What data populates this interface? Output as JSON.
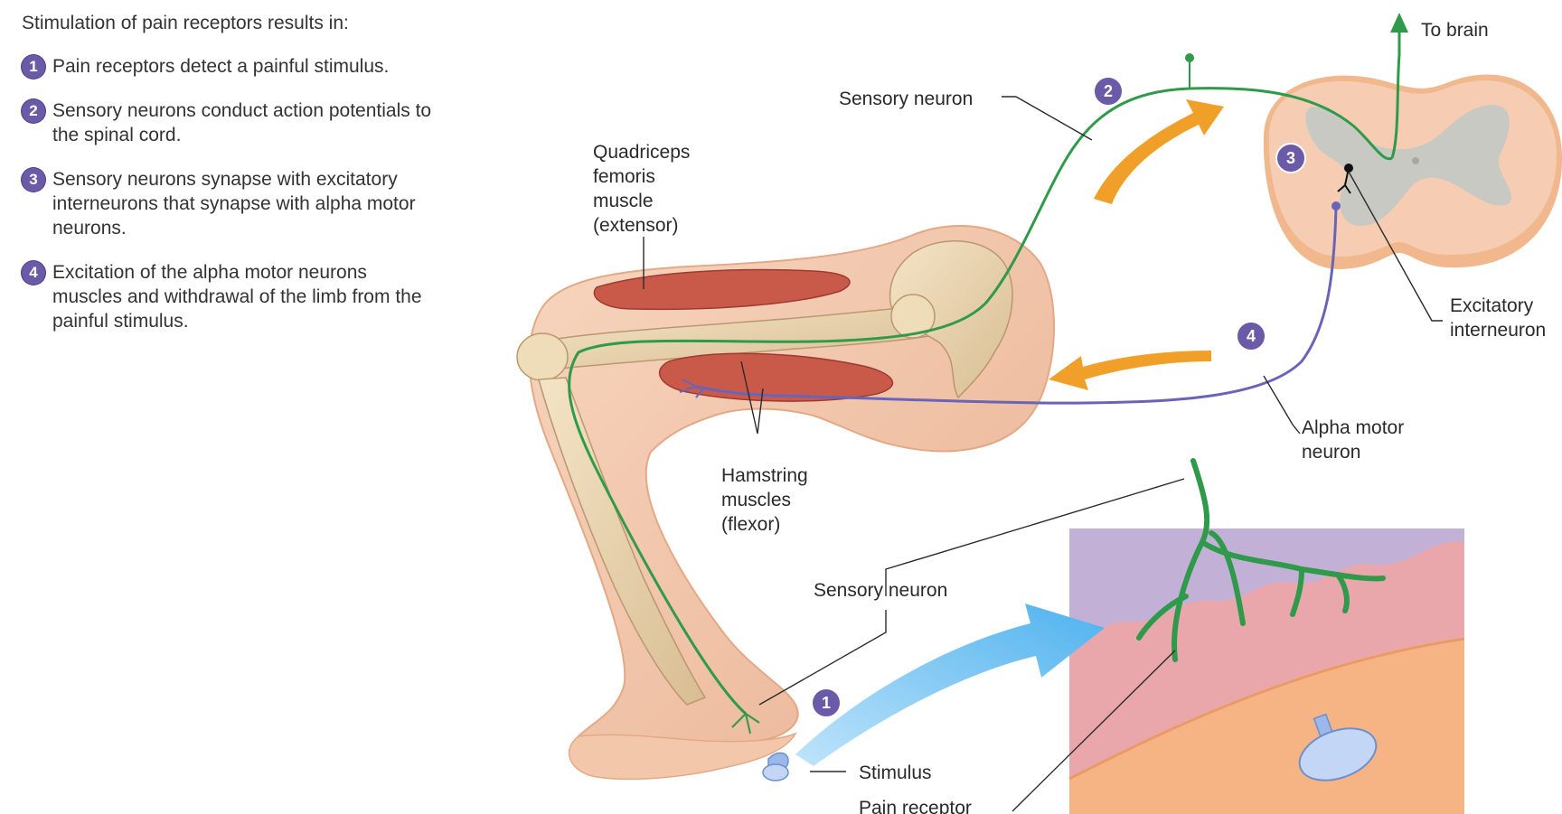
{
  "intro": "Stimulation of pain receptors results in:",
  "steps": [
    {
      "num": "1",
      "text": "Pain receptors detect a painful stimulus."
    },
    {
      "num": "2",
      "text": "Sensory neurons conduct action potentials to the spinal cord."
    },
    {
      "num": "3",
      "text": "Sensory neurons synapse with excitatory interneurons that synapse with alpha motor neurons."
    },
    {
      "num": "4",
      "text": "Excitation of the alpha motor neurons muscles and withdrawal of the limb from the painful stimulus."
    }
  ],
  "labels": {
    "to_brain": "To brain",
    "sensory_neuron_top": "Sensory neuron",
    "quadriceps": [
      "Quadriceps",
      "femoris",
      "muscle",
      "(extensor)"
    ],
    "excitatory_interneuron": [
      "Excitatory",
      "interneuron"
    ],
    "alpha_motor_neuron": [
      "Alpha motor",
      "neuron"
    ],
    "hamstring": [
      "Hamstring",
      "muscles",
      "(flexor)"
    ],
    "sensory_neuron_bottom": "Sensory neuron",
    "stimulus": "Stimulus",
    "pain_receptor": "Pain receptor"
  },
  "figure_badges": [
    "1",
    "2",
    "3",
    "4"
  ],
  "colors": {
    "badge": "#6a5aa8",
    "sensory_neuron": "#2e9a4a",
    "motor_neuron": "#6a64b8",
    "arrow_orange": "#f0a028",
    "arrow_blue": "#6cc0f0",
    "skin": "#f5cdb0",
    "spinal_cord": "#f4c7a8",
    "gray_matter": "#c9c9c4"
  }
}
